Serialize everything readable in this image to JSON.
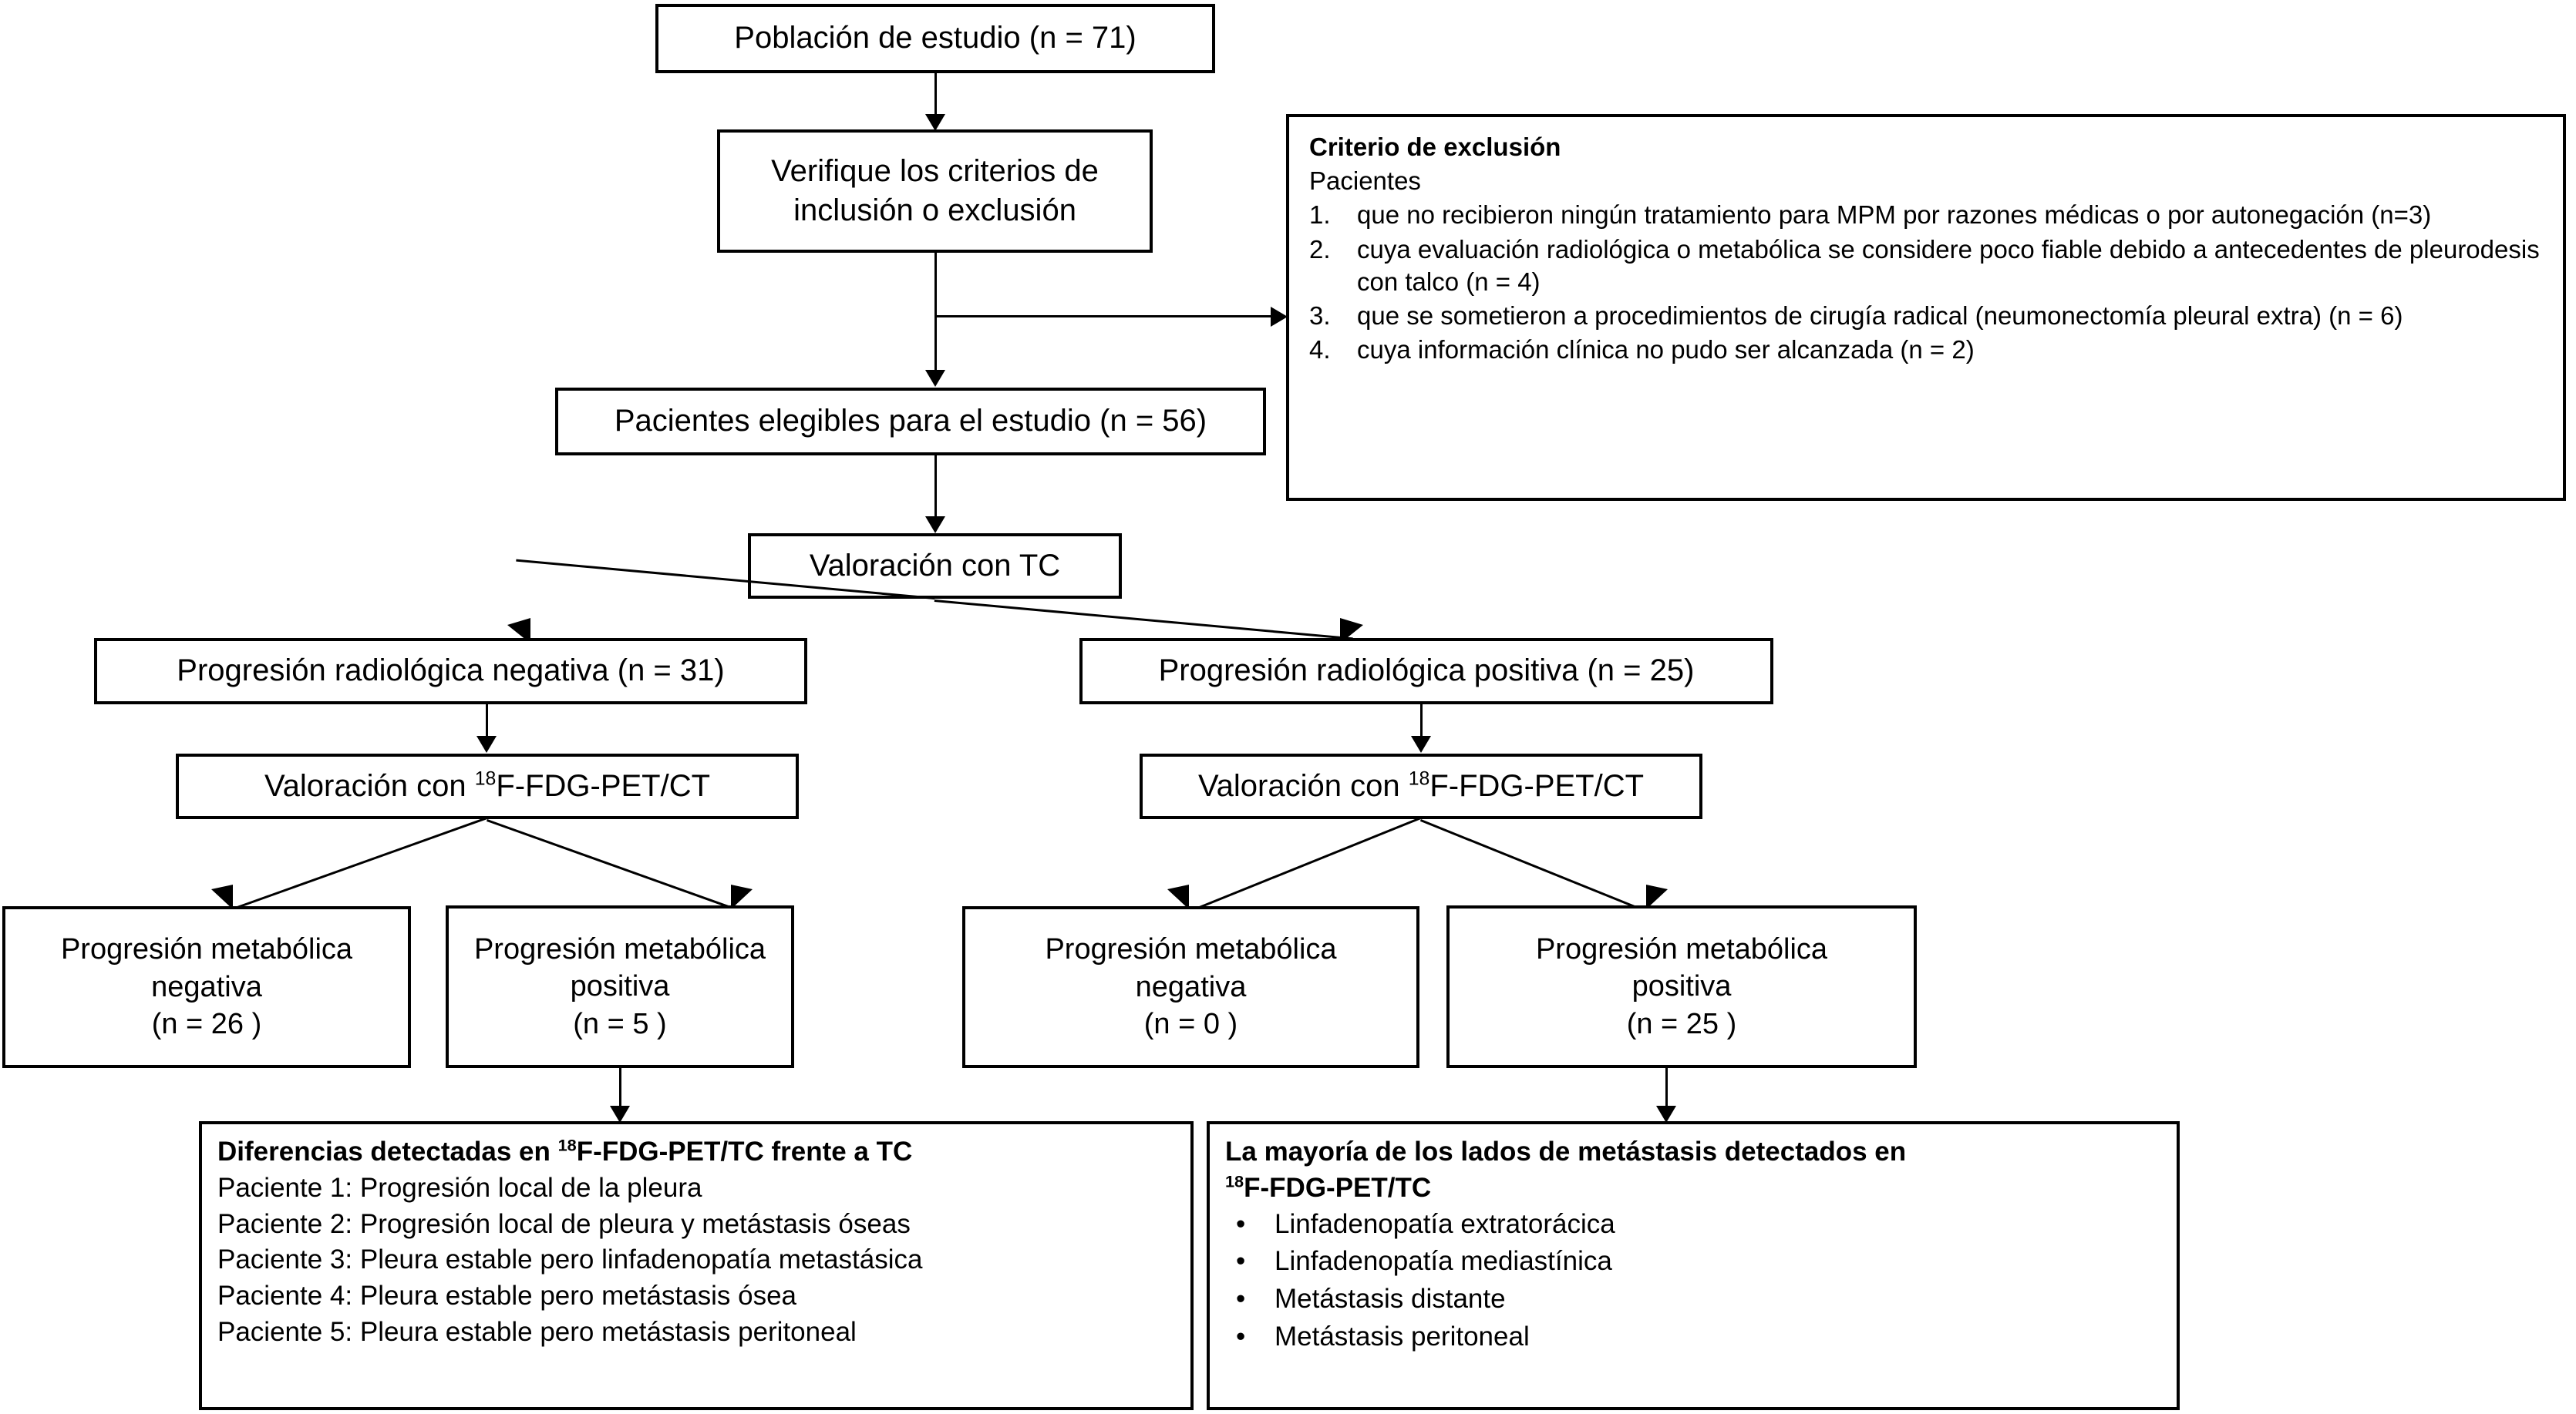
{
  "flowchart": {
    "nodes": {
      "study_population": "Población de estudio (n = 71)",
      "verify_criteria": "Verifique los criterios de inclusión o exclusión",
      "eligible_patients": "Pacientes elegibles para el estudio (n = 56)",
      "ct_assessment": "Valoración con TC",
      "radiologic_negative": "Progresión radiológica negativa (n = 31)",
      "radiologic_positive": "Progresión radiológica positiva (n = 25)",
      "pet_left_pre": "Valoración con ",
      "pet_left_sup": "18",
      "pet_left_post": "F-FDG-PET/CT",
      "pet_right_pre": "Valoración con ",
      "pet_right_sup": "18",
      "pet_right_post": "F-FDG-PET/CT",
      "metabolic_neg_left_l1": "Progresión metabólica",
      "metabolic_neg_left_l2": "negativa",
      "metabolic_neg_left_l3": "(n = 26 )",
      "metabolic_pos_left_l1": "Progresión metabólica",
      "metabolic_pos_left_l2": "positiva",
      "metabolic_pos_left_l3": "(n = 5 )",
      "metabolic_neg_right_l1": "Progresión metabólica",
      "metabolic_neg_right_l2": "negativa",
      "metabolic_neg_right_l3": "(n = 0 )",
      "metabolic_pos_right_l1": "Progresión metabólica",
      "metabolic_pos_right_l2": "positiva",
      "metabolic_pos_right_l3": "(n = 25 )"
    },
    "exclusion_box": {
      "title": "Criterio de exclusión",
      "subtitle": "Pacientes",
      "items": [
        {
          "num": "1.",
          "text": "que no recibieron ningún tratamiento para MPM por razones médicas o por autonegación (n=3)"
        },
        {
          "num": "2.",
          "text": "cuya evaluación radiológica o metabólica se considere poco fiable debido a antecedentes de pleurodesis con talco (n = 4)"
        },
        {
          "num": "3.",
          "text": "que se sometieron a procedimientos de cirugía radical (neumonectomía pleural extra)  (n = 6)"
        },
        {
          "num": "4.",
          "text": "cuya información clínica no pudo ser alcanzada (n = 2)"
        }
      ]
    },
    "summary_left": {
      "title_pre": "Diferencias detectadas en ",
      "title_sup": "18",
      "title_post": "F-FDG-PET/TC frente a TC",
      "lines": [
        "Paciente 1: Progresión local de la pleura",
        "Paciente 2: Progresión local de pleura y metástasis óseas",
        "Paciente 3: Pleura estable pero linfadenopatía metastásica",
        "Paciente 4: Pleura estable pero metástasis ósea",
        "Paciente 5: Pleura estable pero metástasis peritoneal"
      ]
    },
    "summary_right": {
      "title_line1": "La mayoría de los lados de metástasis detectados en",
      "title_sup": "18",
      "title_line2_post": "F-FDG-PET/TC",
      "bullet_glyph": "•",
      "items": [
        "Linfadenopatía extratorácica",
        "Linfadenopatía mediastínica",
        "Metástasis distante",
        "Metástasis peritoneal"
      ]
    },
    "colors": {
      "stroke": "#000000",
      "fill": "#ffffff"
    }
  }
}
